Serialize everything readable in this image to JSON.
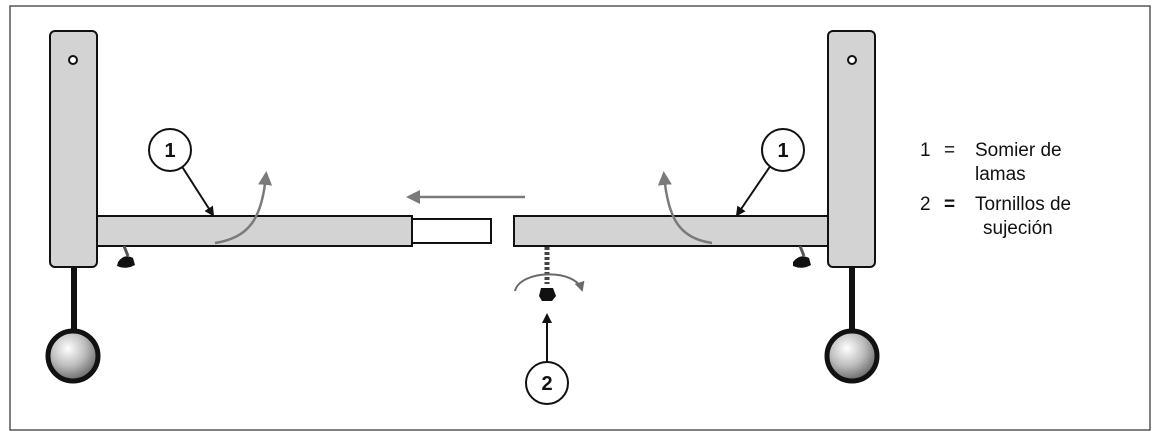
{
  "callouts": {
    "slats_number": "1",
    "screws_number": "2"
  },
  "legend": {
    "line1_num": "1",
    "line1_eq": "=",
    "line1_text": "Somier de",
    "line1_text_cont": "lamas",
    "line2_num": "2",
    "line2_eq": "=",
    "line2_text": "Tornillos de",
    "line2_text_cont": "sujeción"
  },
  "colors": {
    "frame_fill": "#d3d3d3",
    "arrow_gray": "#7a7a7a",
    "outline": "#111111",
    "border": "#555555"
  }
}
